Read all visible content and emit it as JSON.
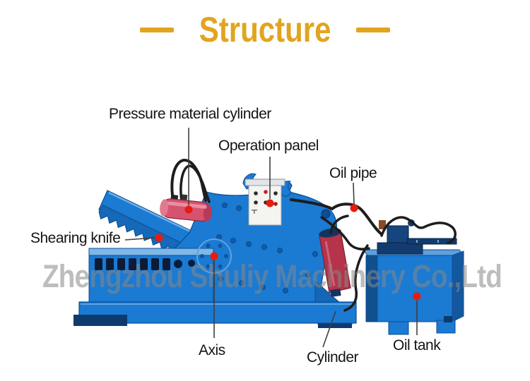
{
  "title": {
    "text": "Structure",
    "color": "#E2A41F"
  },
  "watermark": {
    "text": "Zhengzhou Shuliy Machinery Co.,Ltd"
  },
  "diagram": {
    "machine": "alligator shear machine illustration",
    "labels": {
      "pressure_material_cylinder": "Pressure material cylinder",
      "operation_panel": "Operation panel",
      "oil_pipe": "Oil pipe",
      "shearing_knife": "Shearing knife",
      "axis": "Axis",
      "cylinder": "Cylinder",
      "oil_tank": "Oil tank"
    },
    "colors": {
      "machine_blue": "#1B7AD2",
      "machine_blue_dark": "#0D4D92",
      "machine_navy": "#0E3A6E",
      "pressure_cylinder_red": "#D6536F",
      "main_cylinder_red": "#B5344A",
      "marker_dot_red": "#E81B0C",
      "pointer_line_gray": "#3F3F3F",
      "title_gold": "#E2A41F",
      "hose_black": "#1D1D1D",
      "panel_white": "#F4F4F1"
    }
  }
}
